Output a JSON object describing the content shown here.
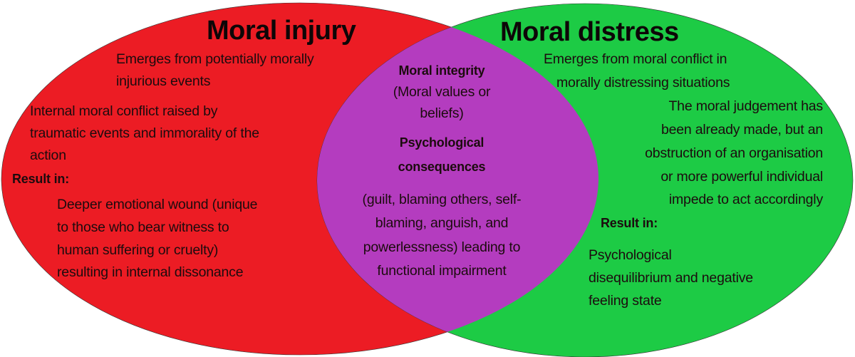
{
  "colors": {
    "injury": "#ec1c24",
    "distress": "#1dcb45",
    "overlap": "#b43cbf"
  },
  "injury": {
    "title": "Moral injury",
    "emerges": [
      "Emerges from potentially morally",
      "injurious events"
    ],
    "conflict": [
      "Internal moral conflict raised by",
      "traumatic events and immorality of the",
      "action"
    ],
    "result_label": "Result in:",
    "result": [
      "Deeper emotional wound (unique",
      "to those who bear witness to",
      "human suffering or cruelty)",
      "resulting in internal dissonance"
    ]
  },
  "distress": {
    "title": "Moral distress",
    "emerges": [
      "Emerges from moral conflict in",
      "morally distressing situations"
    ],
    "judgement": [
      "The moral judgement has",
      "been already made, but an",
      "obstruction of an organisation",
      "or more powerful individual",
      "impede to act accordingly"
    ],
    "result_label": "Result in:",
    "result": [
      "Psychological",
      "disequilibrium and negative",
      "feeling state"
    ]
  },
  "overlap": {
    "integrity_label": "Moral integrity",
    "integrity": [
      "(Moral values or",
      "beliefs)"
    ],
    "consequences_label": [
      "Psychological",
      "consequences"
    ],
    "consequences": [
      "(guilt, blaming others, self-",
      "blaming, anguish, and",
      "powerlessness) leading to",
      "functional impairment"
    ]
  }
}
